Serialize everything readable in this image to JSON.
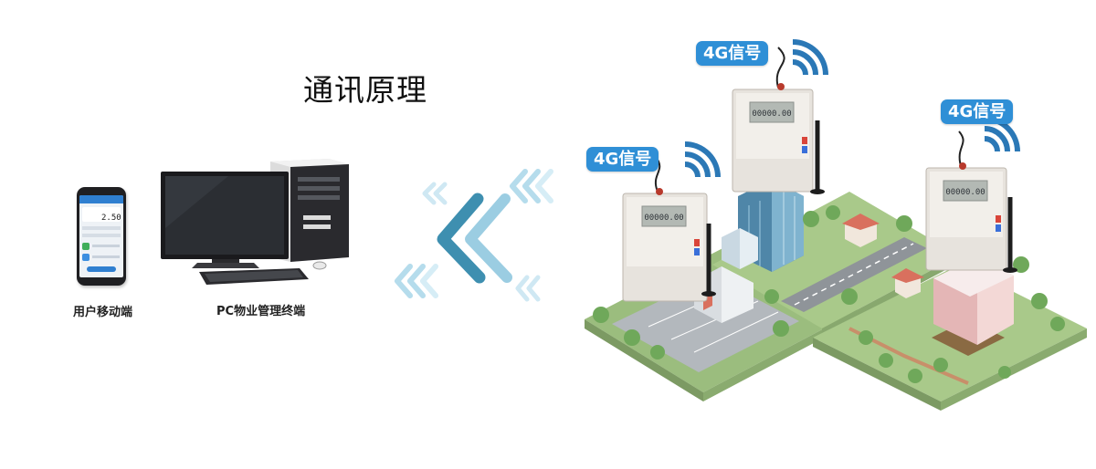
{
  "title": "通讯原理",
  "captions": {
    "mobile": "用户移动端",
    "pc": "PC物业管理终端"
  },
  "phone": {
    "reading": "2.50"
  },
  "badges": {
    "center": "4G信号",
    "left": "4G信号",
    "right": "4G信号"
  },
  "meters": {
    "center": {
      "reading": "00000.00"
    },
    "left": {
      "reading": "00000.00"
    },
    "right": {
      "reading": "00000.00"
    }
  },
  "colors": {
    "badge_blue": "#2f8fd6",
    "signal_blue": "#2b78b6",
    "arrow_teal": "#5aa7c5",
    "ground_green": "#a9c98a",
    "road_gray": "#8f9499"
  }
}
